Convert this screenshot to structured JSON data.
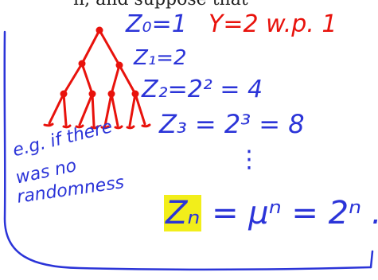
{
  "printed_fragment": "n, and suppose that",
  "colors": {
    "blue_ink": "#2b34d8",
    "red_ink": "#e8120c",
    "highlight": "#f2ee1a"
  },
  "notes": {
    "z0": "Z₀=1",
    "y_wp": "Y=2  w.p.  1",
    "z1": "Z₁=2",
    "z2": "Z₂=2² = 4",
    "z3": "Z₃ = 2³ = 8",
    "ellipsis": "⋮",
    "eg_line1": "e.g. if there",
    "eg_line2": "was no",
    "eg_line3": "randomness",
    "zn_symbol": "Zₙ",
    "zn_rest": "= μⁿ = 2ⁿ ."
  }
}
